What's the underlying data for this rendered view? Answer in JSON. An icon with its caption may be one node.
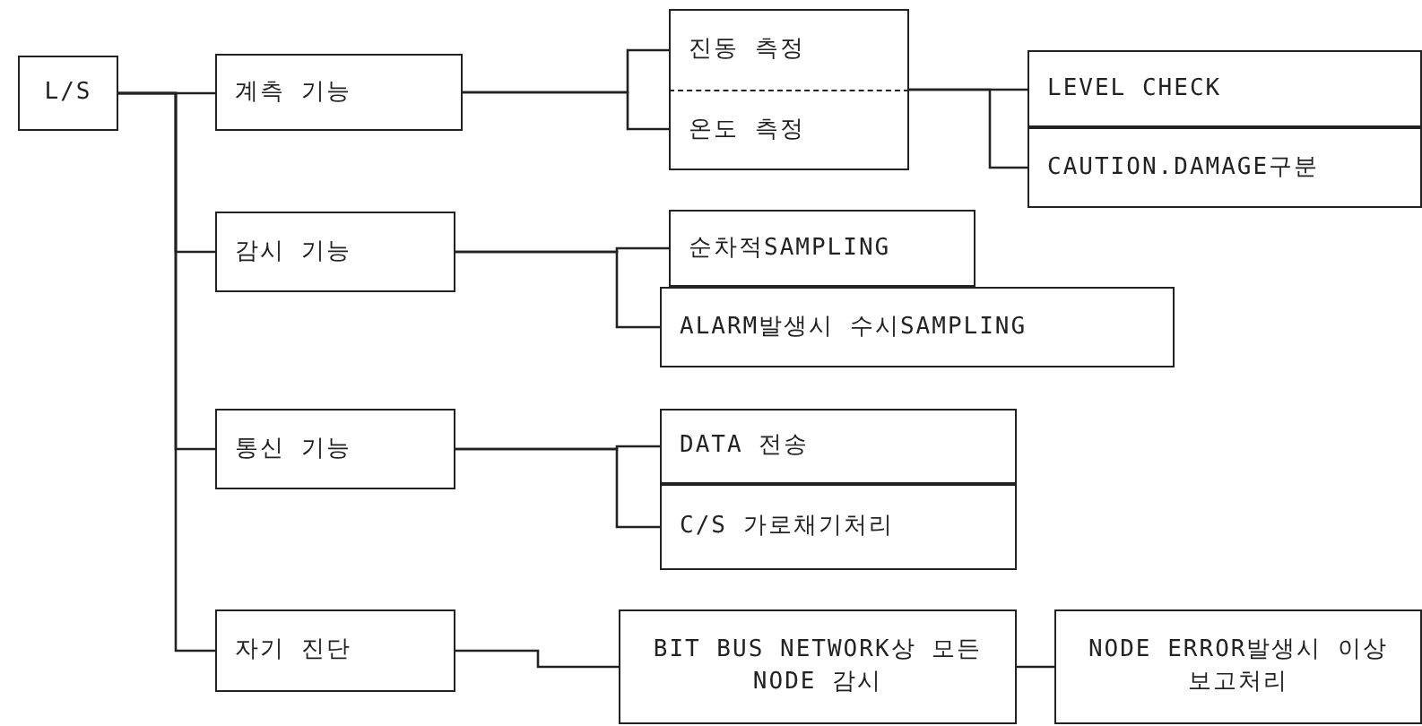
{
  "diagram": {
    "nodes": [
      {
        "text": [
          "L/S"
        ]
      },
      {
        "text": [
          "계측 기능"
        ]
      },
      {
        "text": [
          "진동 측정"
        ]
      },
      {
        "text": [
          "온도 측정"
        ]
      },
      {
        "text": [
          "LEVEL CHECK"
        ]
      },
      {
        "text": [
          "CAUTION.DAMAGE구분"
        ]
      },
      {
        "text": [
          "감시 기능"
        ]
      },
      {
        "text": [
          "순차적SAMPLING"
        ]
      },
      {
        "text": [
          "ALARM발생시 수시SAMPLING"
        ]
      },
      {
        "text": [
          "통신 기능"
        ]
      },
      {
        "text": [
          "DATA 전송"
        ]
      },
      {
        "text": [
          "C/S 가로채기처리"
        ]
      },
      {
        "text": [
          "자기 진단"
        ]
      },
      {
        "text": [
          "BIT BUS NETWORK상 모든 NODE 감시"
        ]
      },
      {
        "text": [
          "NODE ERROR발생시 이상 보고처리"
        ]
      }
    ],
    "edges": [
      {
        "from": 0,
        "to": 1,
        "arrow": "none"
      },
      {
        "from": 0,
        "to": 6,
        "arrow": "none"
      },
      {
        "from": 0,
        "to": 9,
        "arrow": "none"
      },
      {
        "from": 0,
        "to": 12,
        "arrow": "none"
      },
      {
        "from": 1,
        "to": 2,
        "arrow": "none"
      },
      {
        "from": 1,
        "to": 3,
        "arrow": "none"
      },
      {
        "from": 2,
        "to": 4,
        "arrow": "none"
      },
      {
        "from": 2,
        "to": 5,
        "arrow": "none"
      },
      {
        "from": 6,
        "to": 7,
        "arrow": "none"
      },
      {
        "from": 6,
        "to": 8,
        "arrow": "none"
      },
      {
        "from": 9,
        "to": 10,
        "arrow": "none"
      },
      {
        "from": 9,
        "to": 11,
        "arrow": "none"
      },
      {
        "from": 12,
        "to": 13,
        "arrow": "none"
      },
      {
        "from": 13,
        "to": 14,
        "arrow": "none"
      }
    ]
  }
}
